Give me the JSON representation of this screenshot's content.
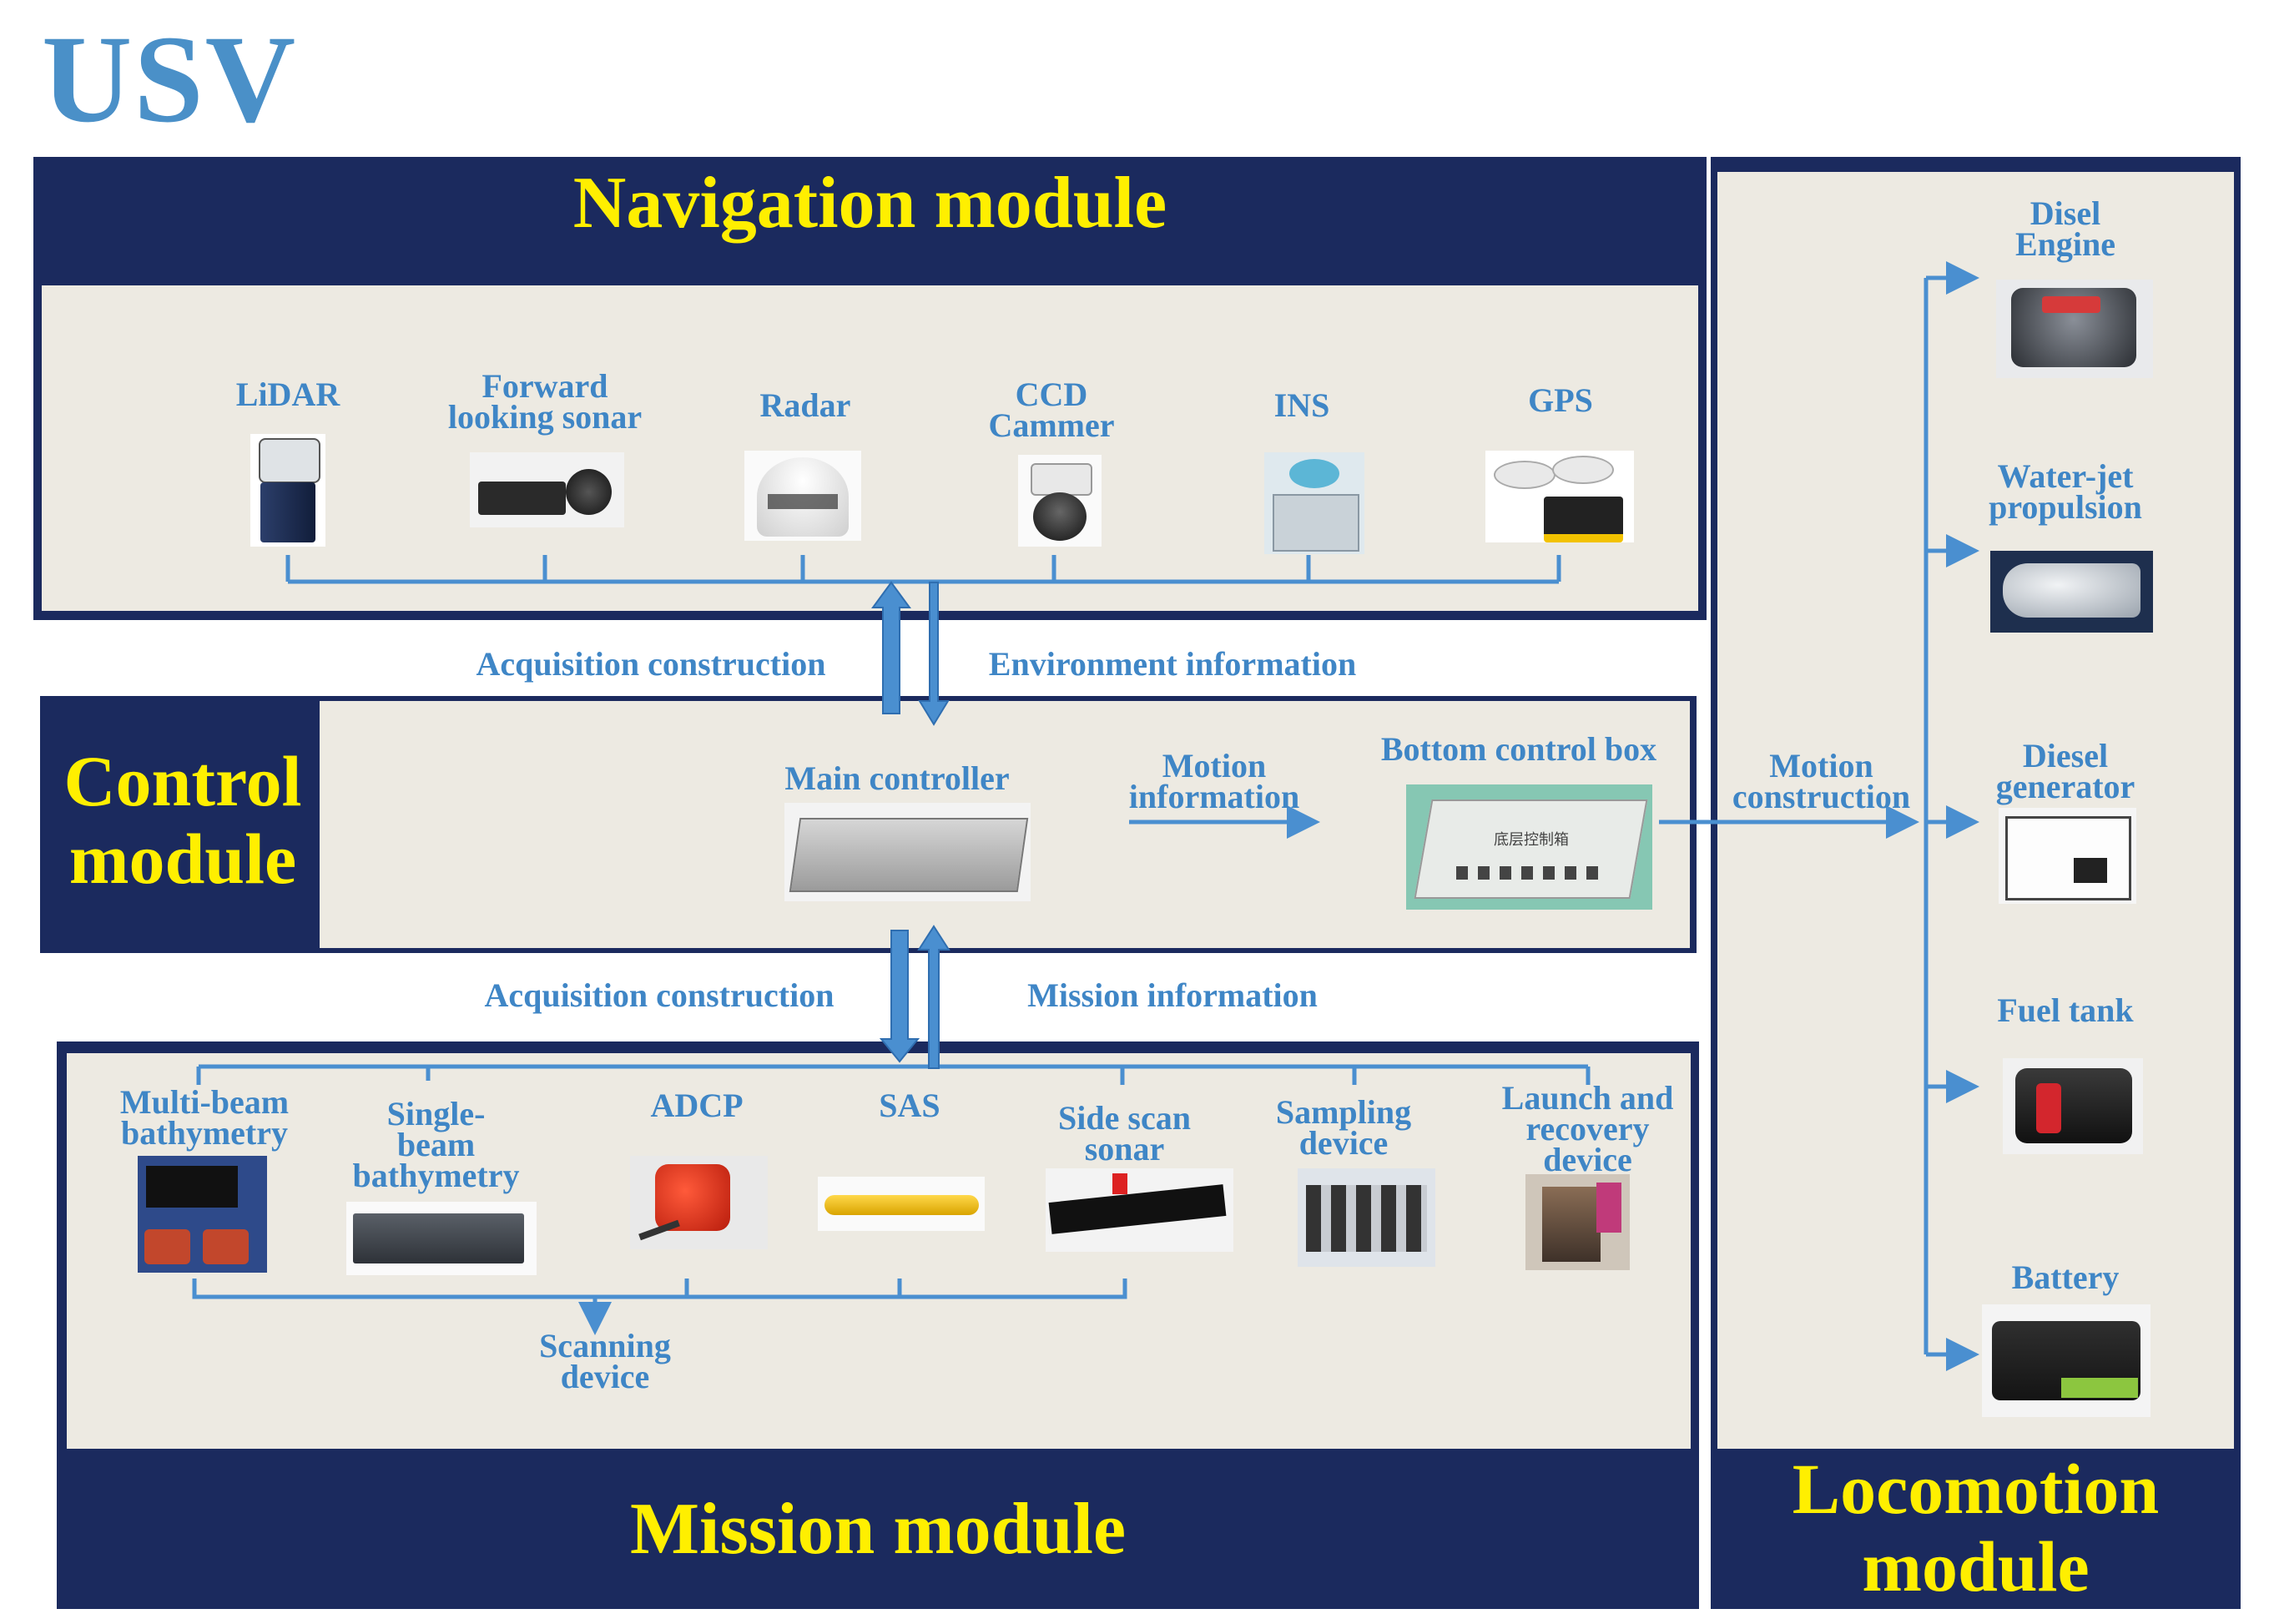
{
  "title": "USV",
  "modules": {
    "navigation": "Navigation module",
    "control": "Control\nmodule",
    "mission": "Mission module",
    "locomotion": "Locomotion\nmodule"
  },
  "navigation_devices": [
    "LiDAR",
    "Forward\nlooking sonar",
    "Radar",
    "CCD\nCammer",
    "INS",
    "GPS"
  ],
  "flow_labels": {
    "nav_acquisition": "Acquisition construction",
    "nav_environment": "Environment information",
    "mission_acquisition": "Acquisition construction",
    "mission_information": "Mission information",
    "motion_information": "Motion\ninformation",
    "motion_construction": "Motion\nconstruction"
  },
  "control_devices": {
    "main_controller": "Main controller",
    "bottom_control_box": "Bottom control box",
    "box_label": "底层控制箱"
  },
  "mission_devices": [
    "Multi-beam\nbathymetry",
    "Single-\nbeam\nbathymetry",
    "ADCP",
    "SAS",
    "Side scan\nsonar",
    "Sampling\ndevice",
    "Launch and\nrecovery\ndevice"
  ],
  "scanning_device": "Scanning\ndevice",
  "locomotion_devices": [
    "Disel\nEngine",
    "Water-jet\npropulsion",
    "Diesel\ngenerator",
    "Fuel tank",
    "Battery"
  ],
  "colors": {
    "navy": "#1b2a5e",
    "panel": "#edeae2",
    "label_blue": "#3f86c6",
    "title_yellow": "#ffef00",
    "line_blue": "#4a8fd0"
  }
}
